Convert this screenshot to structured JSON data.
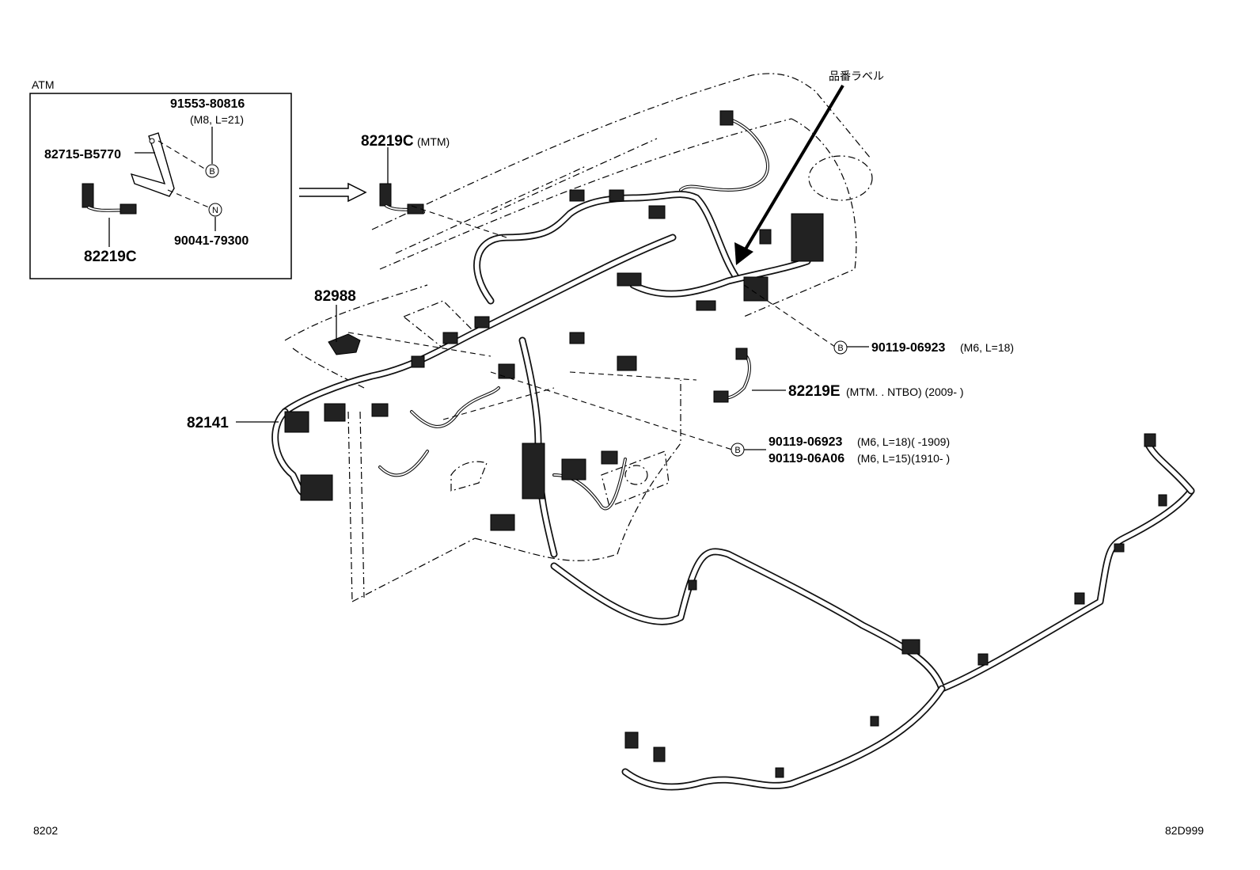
{
  "inset": {
    "title": "ATM",
    "parts": {
      "bolt": "91553-80816",
      "bolt_spec": "(M8, L=21)",
      "bracket": "82715-B5770",
      "nut": "90041-79300",
      "harness": "82219C"
    },
    "marker_b": "B",
    "marker_n": "N"
  },
  "callouts": {
    "c82219c_mtm": "82219C",
    "c82219c_mtm_note": "(MTM)",
    "label_tag": "品番ラベル",
    "c82988": "82988",
    "c82141": "82141",
    "bolt_top": "90119-06923",
    "bolt_top_spec": "(M6, L=18)",
    "c82219e": "82219E",
    "c82219e_note": "(MTM. . NTBO) (2009-     )",
    "bolt_a": "90119-06923",
    "bolt_a_spec": "(M6, L=18)(       -1909)",
    "bolt_b": "90119-06A06",
    "bolt_b_spec": "(M6, L=15)(1910-       )",
    "marker_b": "B"
  },
  "footer": {
    "left_code": "8202",
    "right_code": "82D999"
  }
}
